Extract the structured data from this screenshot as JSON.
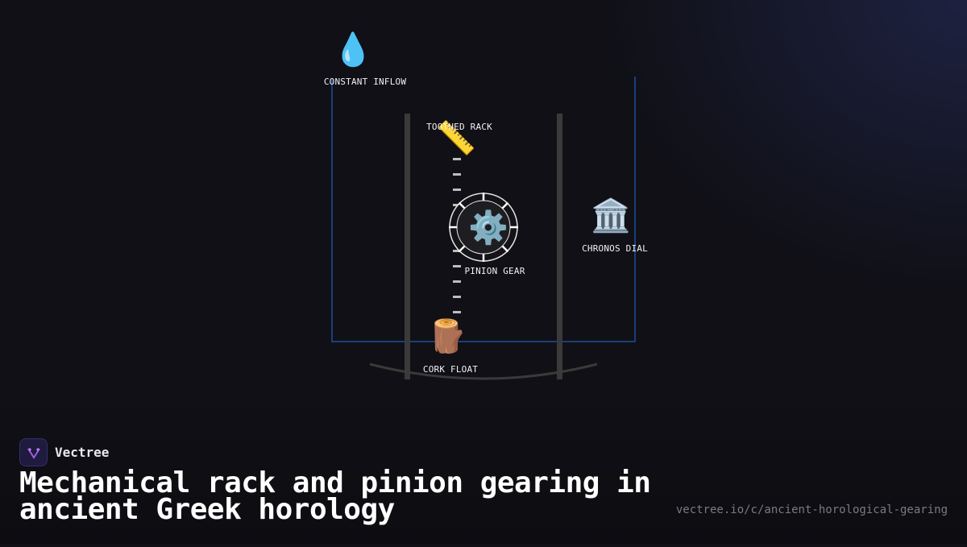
{
  "diagram": {
    "labels": {
      "inflow": "CONSTANT INFLOW",
      "rack": "TOOTHED RACK",
      "gear": "PINION GEAR",
      "dial": "CHRONOS DIAL",
      "float": "CORK FLOAT"
    },
    "icons": {
      "inflow": "💧",
      "rack": "📏",
      "gear": "⚙️",
      "dial": "🏛️",
      "float": "🪵"
    },
    "colors": {
      "tank_outline": "#1a3f7a",
      "pillar": "#3a3a3a",
      "tick": "#bdbdbd",
      "gear_ring": "#e6e6e6"
    }
  },
  "brand": {
    "name": "Vectree"
  },
  "title": "Mechanical rack and pinion gearing in ancient Greek horology",
  "url": "vectree.io/c/ancient-horological-gearing"
}
